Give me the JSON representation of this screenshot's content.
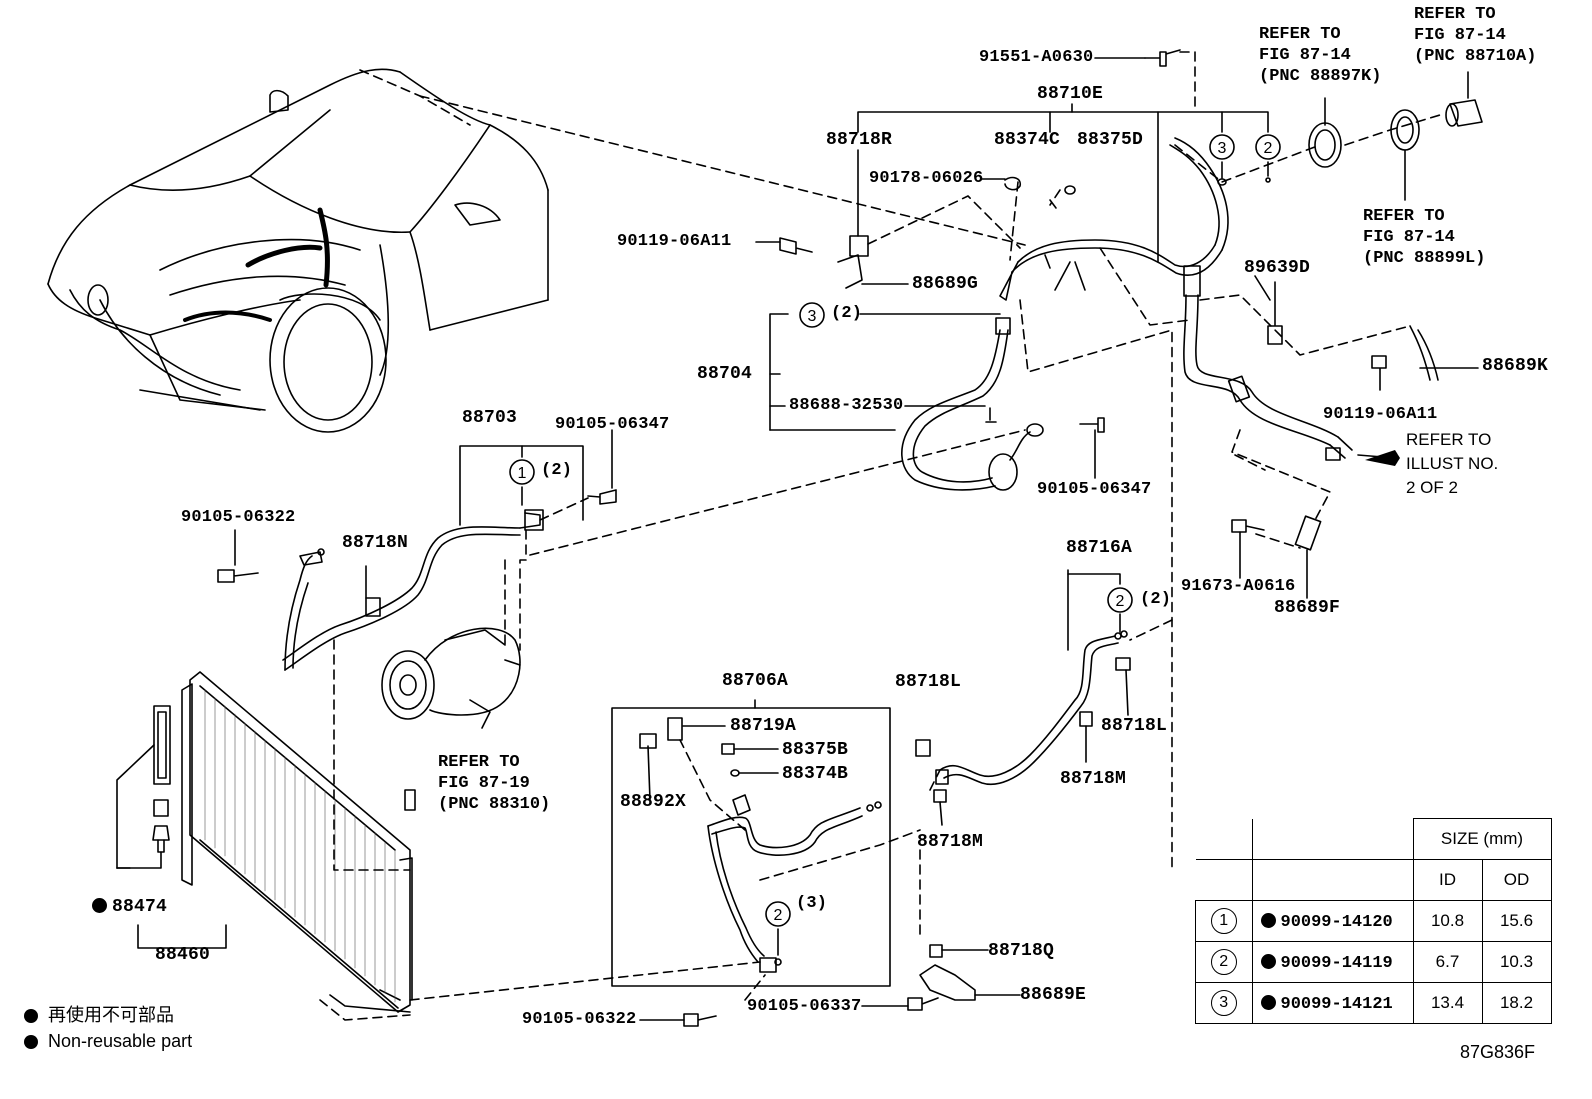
{
  "labels": {
    "p91551_a0630": "91551-A0630",
    "p88710e": "88710E",
    "p88718r": "88718R",
    "p88374c": "88374C",
    "p88375d": "88375D",
    "p90178_06026": "90178-06026",
    "p90119_06a11_top": "90119-06A11",
    "p88689g": "88689G",
    "p88704": "88704",
    "p88688_32530": "88688-32530",
    "p90105_06347_right": "90105-06347",
    "p88703": "88703",
    "p90105_06347_left": "90105-06347",
    "p90105_06322_left": "90105-06322",
    "p88718n": "88718N",
    "p89639d": "89639D",
    "p88689k": "88689K",
    "p90119_06a11_right": "90119-06A11",
    "p91673_a0616": "91673-A0616",
    "p88689f": "88689F",
    "p88716a": "88716A",
    "p88706a": "88706A",
    "p88719a": "88719A",
    "p88375b": "88375B",
    "p88374b": "88374B",
    "p88892x": "88892X",
    "p88718l_a": "88718L",
    "p88718l_b": "88718L",
    "p88718m_a": "88718M",
    "p88718m_b": "88718M",
    "p88718q": "88718Q",
    "p88689e": "88689E",
    "p90105_06322_bottom": "90105-06322",
    "p90105_06337": "90105-06337",
    "p88474": "88474",
    "p88460": "88460",
    "q1": "(2)",
    "q2": "(2)",
    "q3": "(2)",
    "q4": "(3)"
  },
  "circled": {
    "c3_top": "3",
    "c2_top": "2",
    "c3_mid": "3",
    "c1": "1",
    "c2_mid": "2",
    "c2_low": "2"
  },
  "refs": {
    "ref_87_14_k": [
      "REFER TO",
      "FIG 87-14",
      "(PNC 88897K)"
    ],
    "ref_87_14_a": [
      "REFER TO",
      "FIG 87-14",
      "(PNC 88710A)"
    ],
    "ref_87_14_l": [
      "REFER TO",
      "FIG 87-14",
      "(PNC 88899L)"
    ],
    "ref_87_19": [
      "REFER TO",
      "FIG 87-19",
      "(PNC 88310)"
    ],
    "ref_illust": [
      "REFER TO",
      "ILLUST NO.",
      "2 OF 2"
    ]
  },
  "size_table": {
    "header": "SIZE (mm)",
    "col_id": "ID",
    "col_od": "OD",
    "rows": [
      {
        "mark": "1",
        "part": "90099-14120",
        "id": "10.8",
        "od": "15.6"
      },
      {
        "mark": "2",
        "part": "90099-14119",
        "id": "6.7",
        "od": "10.3"
      },
      {
        "mark": "3",
        "part": "90099-14121",
        "id": "13.4",
        "od": "18.2"
      }
    ]
  },
  "legend": {
    "line1": "再使用不可部品",
    "line2": "Non-reusable part"
  },
  "figure_code": "87G836F"
}
